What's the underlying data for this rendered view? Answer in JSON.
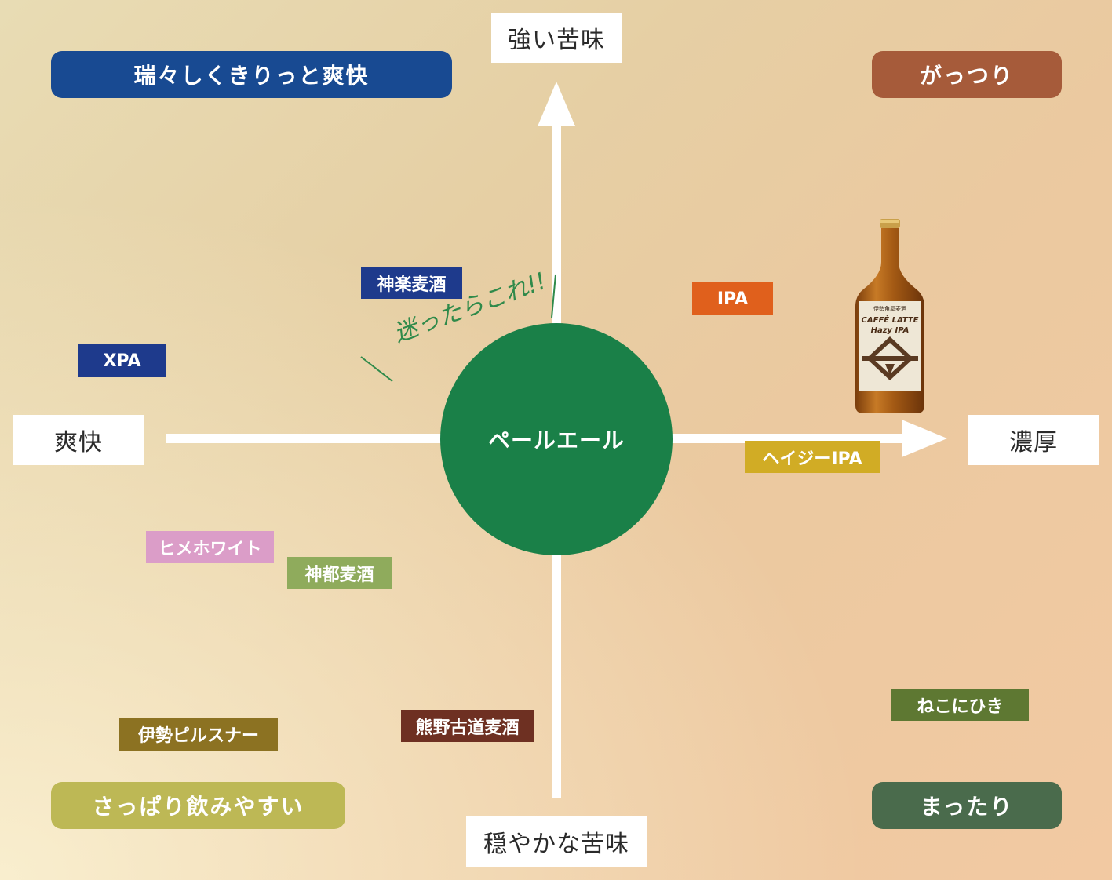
{
  "axes": {
    "top": "強い苦味",
    "bottom": "穏やかな苦味",
    "left": "爽快",
    "right": "濃厚"
  },
  "corners": {
    "top_left": "瑞々しくきりっと爽快",
    "top_right": "がっつり",
    "bottom_left": "さっぱり飲みやすい",
    "bottom_right": "まったり"
  },
  "center": {
    "label": "ペールエール",
    "note": "迷ったらこれ!!"
  },
  "beers": [
    {
      "name": "神楽麦酒",
      "color": "#1e3a8c"
    },
    {
      "name": "XPA",
      "color": "#1e3a8c"
    },
    {
      "name": "IPA",
      "color": "#e0601c"
    },
    {
      "name": "ヘイジーIPA",
      "color": "#d1ac25"
    },
    {
      "name": "ヒメホワイト",
      "color": "#db9dc8"
    },
    {
      "name": "神都麦酒",
      "color": "#8fab5c"
    },
    {
      "name": "伊勢ピルスナー",
      "color": "#8c7222"
    },
    {
      "name": "熊野古道麦酒",
      "color": "#6e3022"
    },
    {
      "name": "ねこにひき",
      "color": "#5e7832"
    }
  ],
  "bottle": {
    "brand": "伊勢角屋麦酒",
    "product_line1": "CAFFÈ LATTE",
    "product_line2": "Hazy IPA",
    "icon": "beer-bottle-icon"
  },
  "colors": {
    "top_left_box": "#184a92",
    "top_right_box": "#a65b3a",
    "bottom_left_box": "#bdb855",
    "bottom_right_box": "#4a6b4c",
    "center_circle": "#1a8048",
    "axis_line": "#ffffff"
  }
}
